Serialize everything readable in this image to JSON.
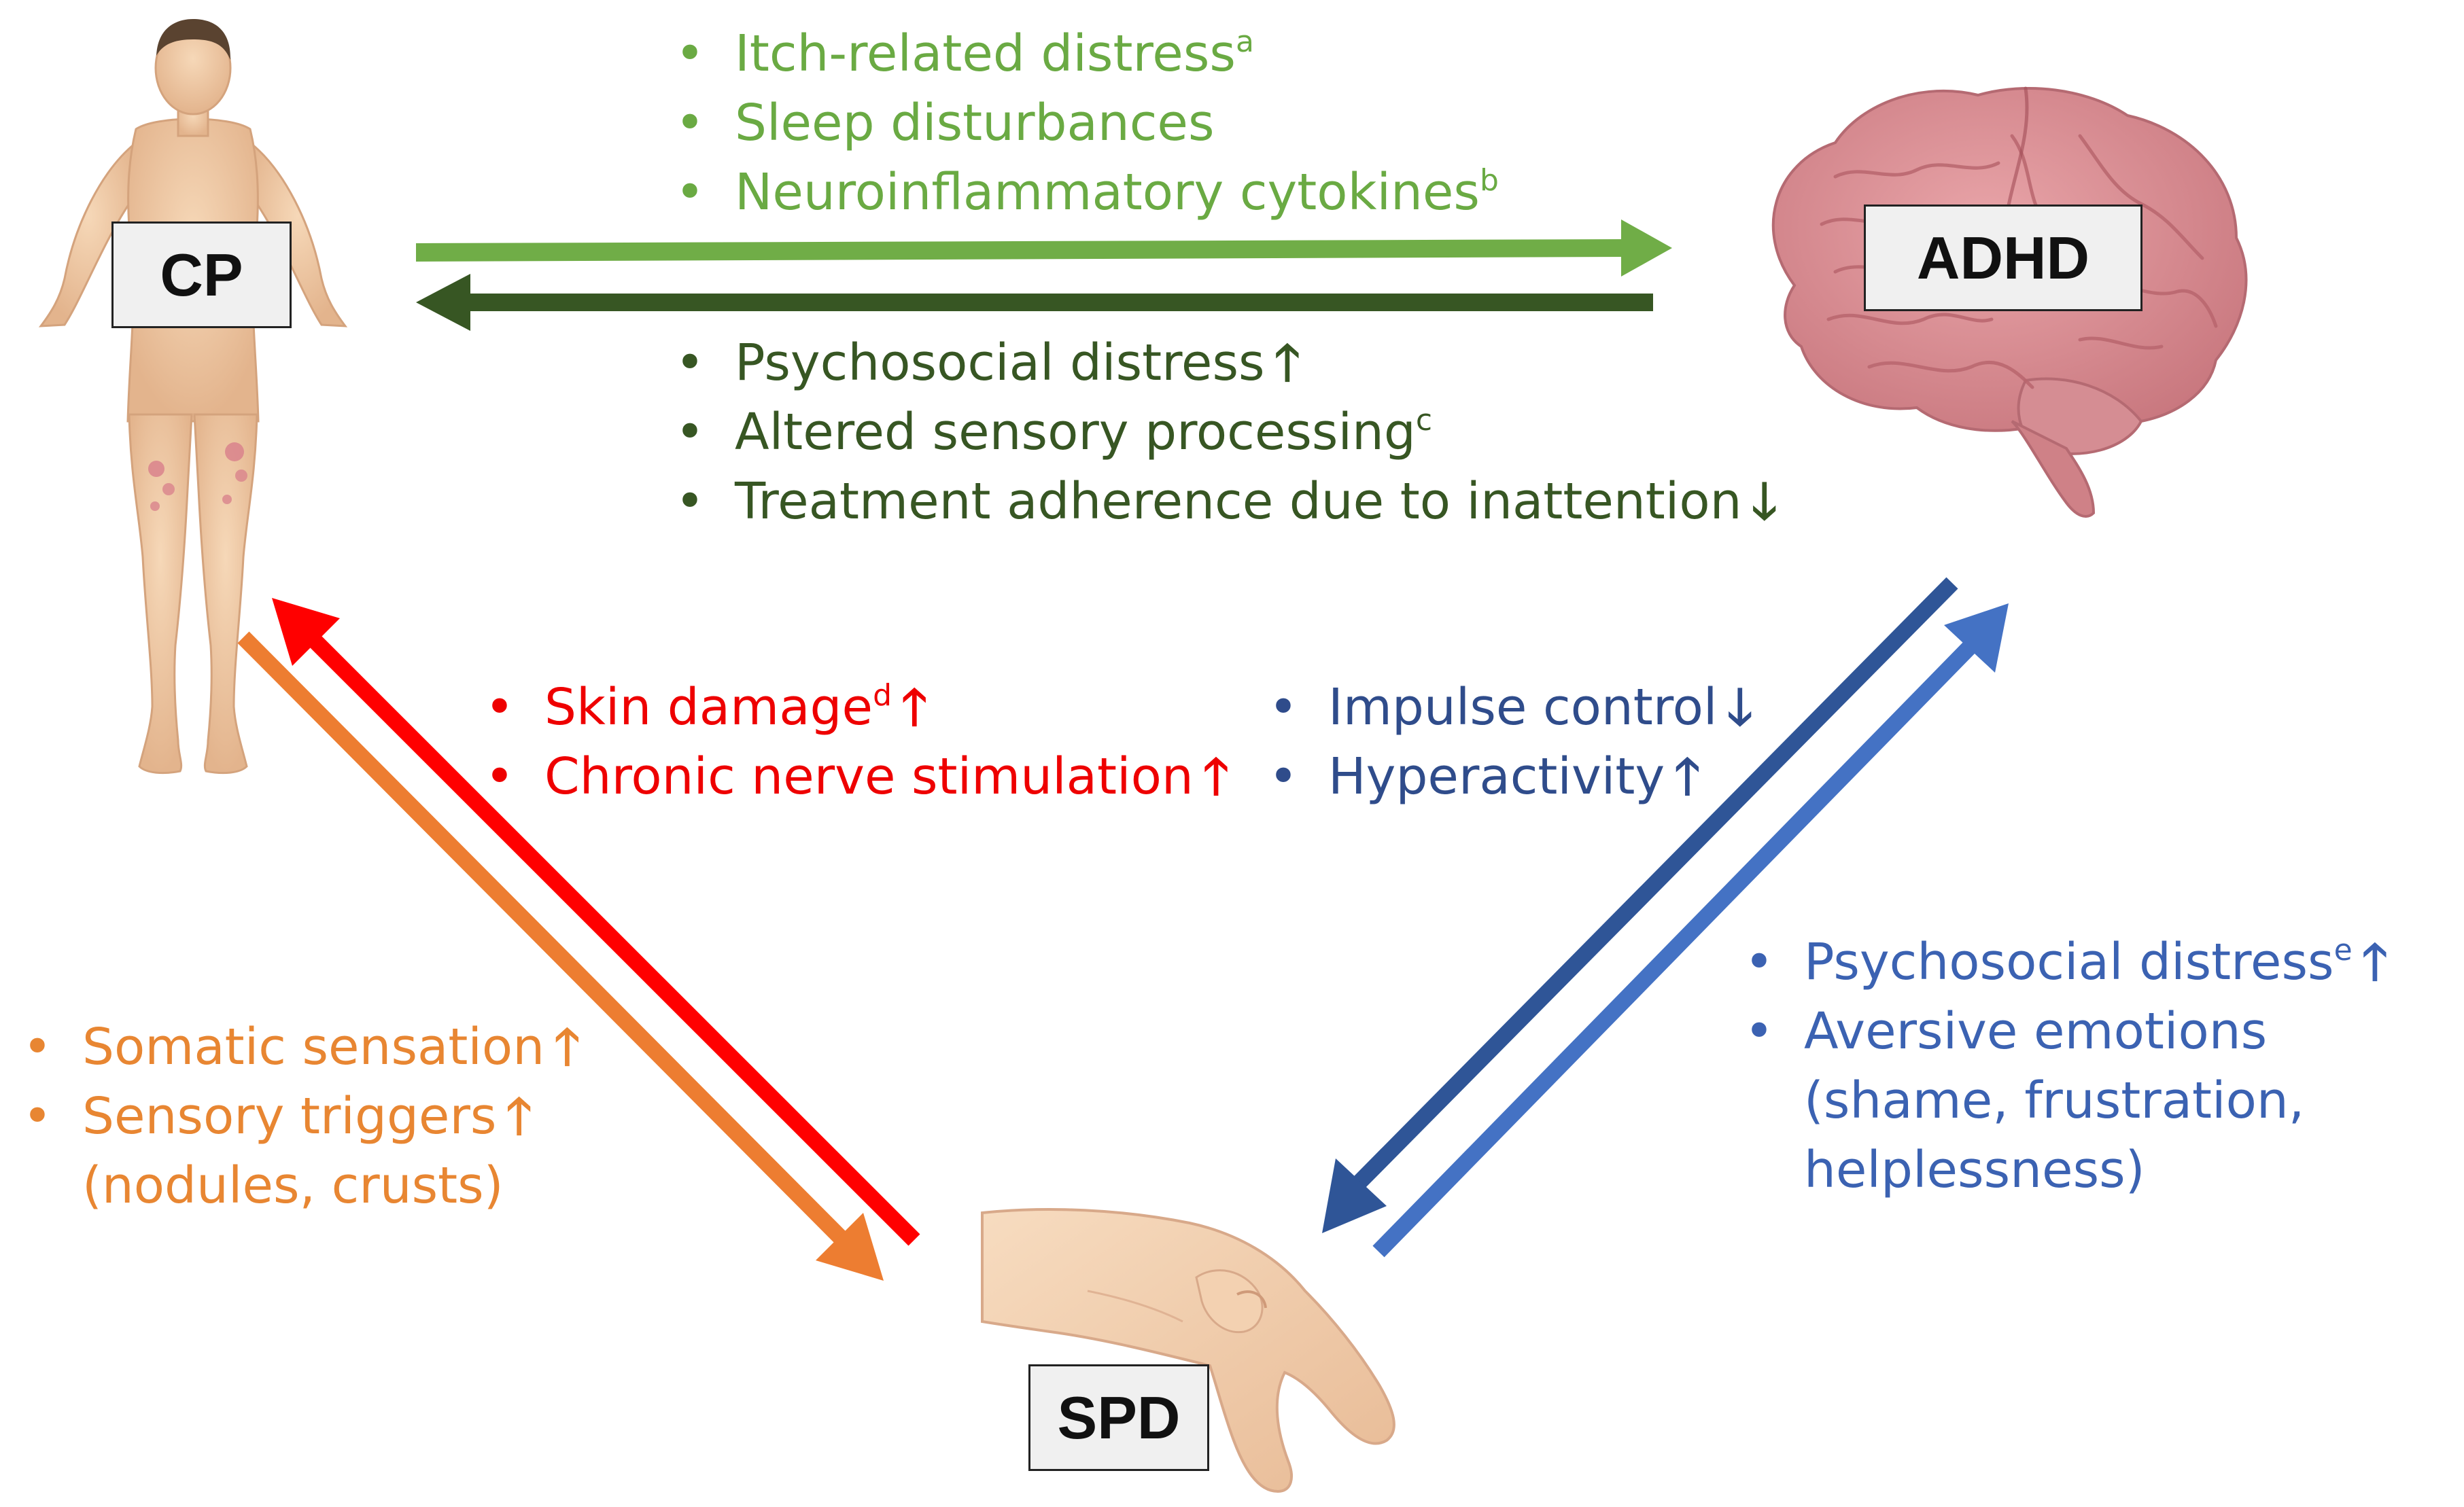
{
  "nodes": {
    "cp": "CP",
    "adhd": "ADHD",
    "spd": "SPD"
  },
  "links": {
    "cp_to_adhd": {
      "color": "#70ad47",
      "items": [
        {
          "text": "Itch-related distress",
          "sup": "a",
          "arrow": ""
        },
        {
          "text": "Sleep disturbances",
          "sup": "",
          "arrow": ""
        },
        {
          "text": "Neuroinflammatory cytokines",
          "sup": "b",
          "arrow": ""
        }
      ]
    },
    "adhd_to_cp": {
      "color": "#375623",
      "items": [
        {
          "text": "Psychosocial distress",
          "sup": "",
          "arrow": "up"
        },
        {
          "text": "Altered sensory processing",
          "sup": "c",
          "arrow": ""
        },
        {
          "text": "Treatment adherence due to inattention",
          "sup": "",
          "arrow": "down"
        }
      ]
    },
    "spd_to_cp": {
      "color": "#ff0000",
      "items": [
        {
          "text": "Skin damage",
          "sup": "d",
          "arrow": "up"
        },
        {
          "text": "Chronic nerve stimulation",
          "sup": "",
          "arrow": "up"
        }
      ]
    },
    "adhd_to_spd": {
      "color": "#2f5597",
      "items": [
        {
          "text": "Impulse control",
          "sup": "",
          "arrow": "down"
        },
        {
          "text": "Hyperactivity",
          "sup": "",
          "arrow": "up"
        }
      ]
    },
    "spd_to_adhd": {
      "color": "#4472c4",
      "items": [
        {
          "text": "Psychosocial distress",
          "sup": "e",
          "arrow": "up"
        },
        {
          "text": "Aversive emotions (shame, frustration, helplessness)",
          "sup": "",
          "arrow": ""
        }
      ]
    },
    "cp_to_spd": {
      "color": "#ed7d31",
      "items": [
        {
          "text": "Somatic sensation",
          "sup": "",
          "arrow": "up"
        },
        {
          "text": "Sensory triggers (nodules, crusts)",
          "sup": "",
          "arrow": "up"
        }
      ]
    }
  },
  "icons": {
    "body": "human-body-icon",
    "brain": "brain-icon",
    "hand": "hand-scratching-icon"
  }
}
